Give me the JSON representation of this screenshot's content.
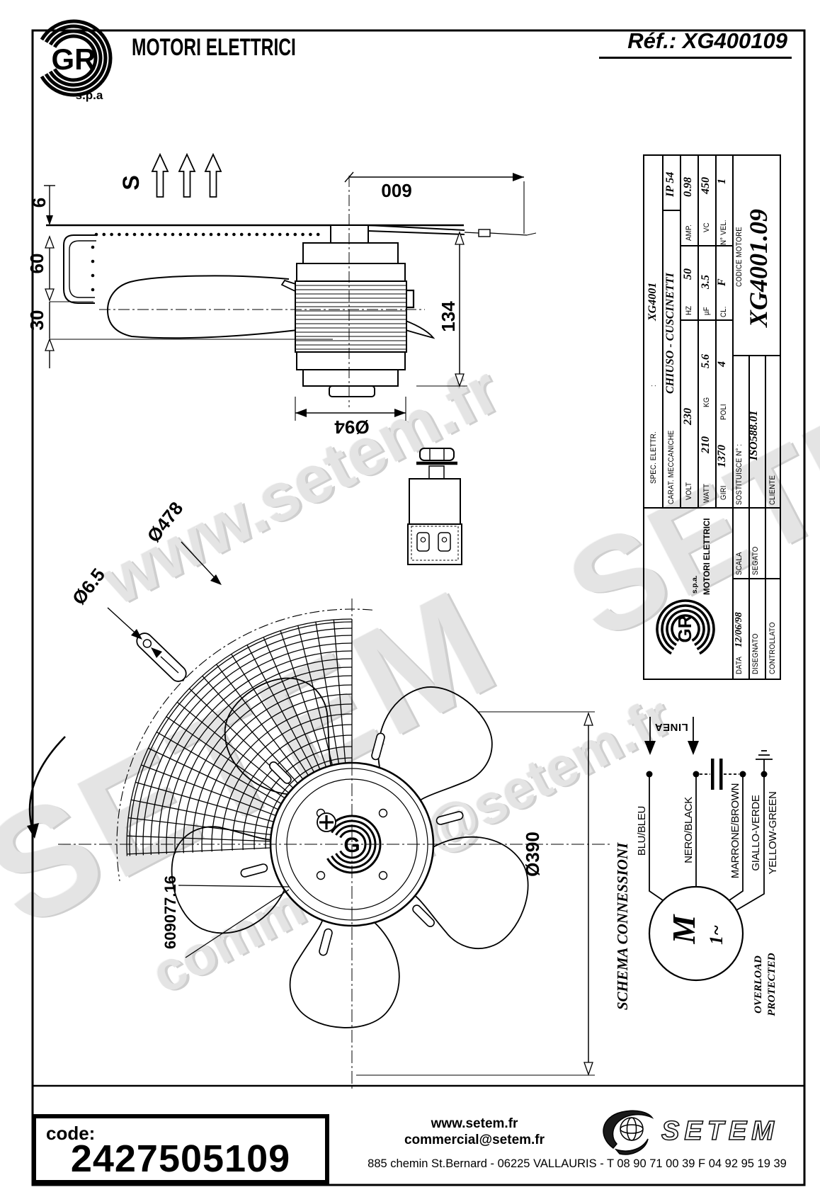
{
  "header": {
    "brand": "MOTORI ELETTRICI",
    "brand_spa": "s.p.a",
    "ref": "Réf.: XG400109"
  },
  "dims": {
    "d6": "6",
    "d60": "60",
    "d30": "30",
    "d600": "600",
    "d134": "134",
    "d94": "Ø94",
    "flow": "S",
    "d478": "Ø478",
    "d65": "Ø6.5",
    "d390": "Ø390",
    "part": "609077.16"
  },
  "table": {
    "spec_label": "SPEC. ELETTR.",
    "spec_colon": ":",
    "spec_value": "XG4001",
    "carat_label": "CARAT. MECCANICHE",
    "carat_value": "CHIUSO - CUSCINETTI",
    "ip": "IP 54",
    "volt_label": "VOLT",
    "volt": "230",
    "hz_label": "HZ",
    "hz": "50",
    "amp_label": "AMP.",
    "amp": "0.98",
    "watt_label": "WATT",
    "watt": "210",
    "kg_label": "KG",
    "kg": "5.6",
    "uf_label": "µF",
    "uf": "3.5",
    "vc_label": "VC",
    "vc": "450",
    "giri_label": "GIRI",
    "giri": "1370",
    "poli_label": "POLI",
    "poli": "4",
    "cl_label": "CL.",
    "cl": "F",
    "nvel_label": "N° VEL.",
    "nvel": "1",
    "sost_label": "SOSTITUISCE N° :",
    "sost_value": "ISO588.01",
    "cliente_label": "CLIENTE",
    "codice_label": "CODICE MOTORE",
    "codice_value": "XG4001.09",
    "data_label": "DATA",
    "data_value": "12/06/98",
    "scala_label": "SCALA",
    "disegnato_label": "DISEGNATO",
    "disegnato_value": "SEGATO",
    "controllato_label": "CONTROLLATO",
    "logo_spa": "s.p.a.",
    "logo_brand": "MOTORI ELETTRICI"
  },
  "schema": {
    "title": "SCHEMA CONNESSIONI",
    "linea": "LINEA",
    "wire1": "BLU/BLEU",
    "wire2": "NERO/BLACK",
    "wire3": "MARRONE/BROWN",
    "wire4a": "GIALLO-VERDE",
    "wire4b": "YELLOW-GREEN",
    "motor_m": "M",
    "motor_phase": "1~",
    "overload1": "OVERLOAD",
    "overload2": "PROTECTED"
  },
  "footer": {
    "code_label": "code:",
    "code_value": "2427505109",
    "website": "www.setem.fr",
    "email": "commercial@setem.fr",
    "address": "885 chemin St.Bernard  -  06225 VALLAURIS  -  T 08 90 71 00 39   F 04 92 95 19 39",
    "setem_wordmark": "SETEM"
  },
  "watermarks": {
    "w1": "www.setem.fr",
    "w2": "SETEM",
    "w3": "commercial@setem.fr",
    "w4": "SETEM"
  },
  "colors": {
    "ink": "#000000",
    "watermark": "#e4e4e4",
    "paper": "#ffffff"
  }
}
